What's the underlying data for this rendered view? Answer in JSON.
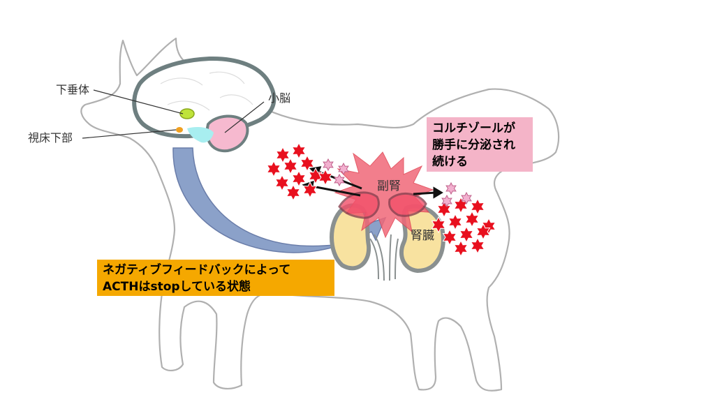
{
  "labels": {
    "pituitary": "下垂体",
    "hypothalamus": "視床下部",
    "cerebellum": "小脳",
    "adrenal": "副腎",
    "kidney": "腎臓"
  },
  "cortisol_box": {
    "lines": [
      "コルチゾールが",
      "勝手に分泌され",
      "続ける"
    ],
    "background": "#f4b4c8"
  },
  "feedback_box": {
    "lines": [
      "ネガティブフィードバックによって",
      "ACTHはstopしている状態"
    ],
    "background": "#f5a800"
  },
  "colors": {
    "dog_outline": "#b0b0b0",
    "brain_outline": "#6e7f80",
    "cerebellum": "#f6b9cf",
    "pituitary": "#bfe33a",
    "hypothalamus": "#f0a020",
    "brainstem": "#a8eef0",
    "feedback_arrow": "#7f97c4",
    "adrenal_burst": "#f06878",
    "kidney": "#f8e2a0",
    "cortisol_star": "#e8101e",
    "small_star": "#f2b0cf"
  }
}
